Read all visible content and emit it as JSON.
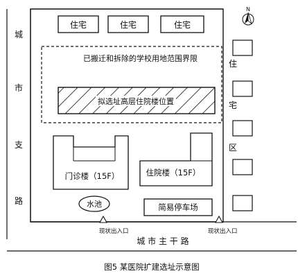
{
  "labels": {
    "residence_top": "住宅",
    "residence_right": [
      "住",
      "宅",
      "区"
    ],
    "demolished_school_boundary": "已搬迁和拆除的学校用地范围界限",
    "proposed_inpatient_highrise": "拟选址高层住院楼位置",
    "outpatient_building": "门诊楼（15F）",
    "inpatient_building": "住院楼（15F）",
    "pond": "水池",
    "parking": "简易停车场",
    "entrance": "现状出入口",
    "left_road": [
      "城",
      "市",
      "支",
      "路"
    ],
    "main_road": "城 市 主 干 路",
    "north": "N",
    "caption": "图5   某医院扩建选址示意图"
  }
}
